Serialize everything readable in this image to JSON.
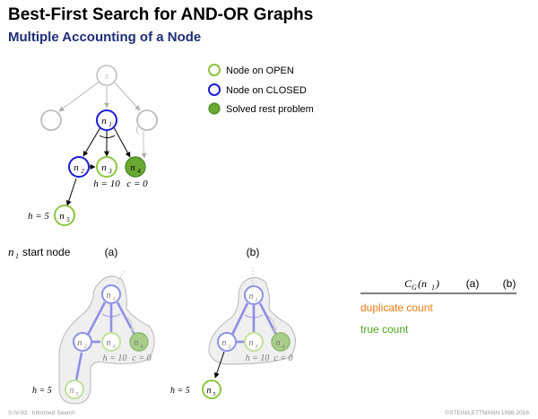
{
  "title": "Best-First Search for AND-OR Graphs",
  "subtitle": "Multiple Accounting of a Node",
  "legend": [
    {
      "label": "Node on OPEN"
    },
    {
      "label": "Node on CLOSED"
    },
    {
      "label": "Solved rest problem"
    }
  ],
  "nodes": {
    "s": "s",
    "n": "n",
    "sub1": "1",
    "sub2": "2",
    "sub3": "3",
    "sub4": "4",
    "sub5": "5"
  },
  "annotations": {
    "h10": "h = 10",
    "c0": "c = 0",
    "h5": "h = 5"
  },
  "start_node": {
    "var": "n",
    "sub": "1",
    "text": "start node"
  },
  "panels": {
    "a": "(a)",
    "b": "(b)"
  },
  "table": {
    "header_c": "C",
    "header_g": "G",
    "header_arg": "(n",
    "header_arg_sub": "1",
    "header_close": ")",
    "col_a": "(a)",
    "col_b": "(b)",
    "rows": [
      {
        "label": "duplicate count",
        "color": "#ea7a10"
      },
      {
        "label": "true count",
        "color": "#4aa51c"
      }
    ]
  },
  "footer": {
    "left": "S:IV-93   Informed Search",
    "right": "©STEIN/LETTMANN 1998-2016"
  },
  "colors": {
    "open": "#8cc63f",
    "closed": "#1c1cd6",
    "solved": "#6aa832",
    "faded_closed": "#8f8fe6",
    "faded_open": "#c2e09a",
    "faded_solved": "#a8cc8a",
    "gray": "#a8a8a8"
  }
}
